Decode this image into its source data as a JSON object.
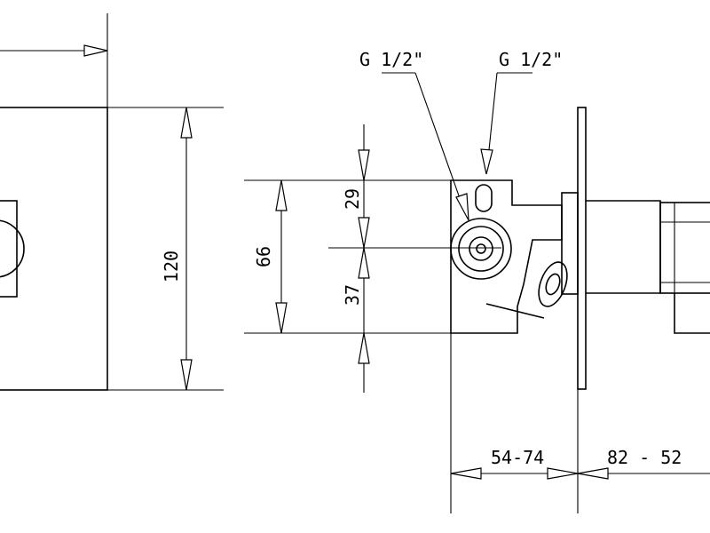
{
  "labels": {
    "thread_left": "G 1/2\"",
    "thread_right": "G 1/2\"",
    "dim_120": "120",
    "dim_66": "66",
    "dim_29": "29",
    "dim_37": "37",
    "dim_54_74": "54-74",
    "dim_82_52": "82 - 52"
  }
}
